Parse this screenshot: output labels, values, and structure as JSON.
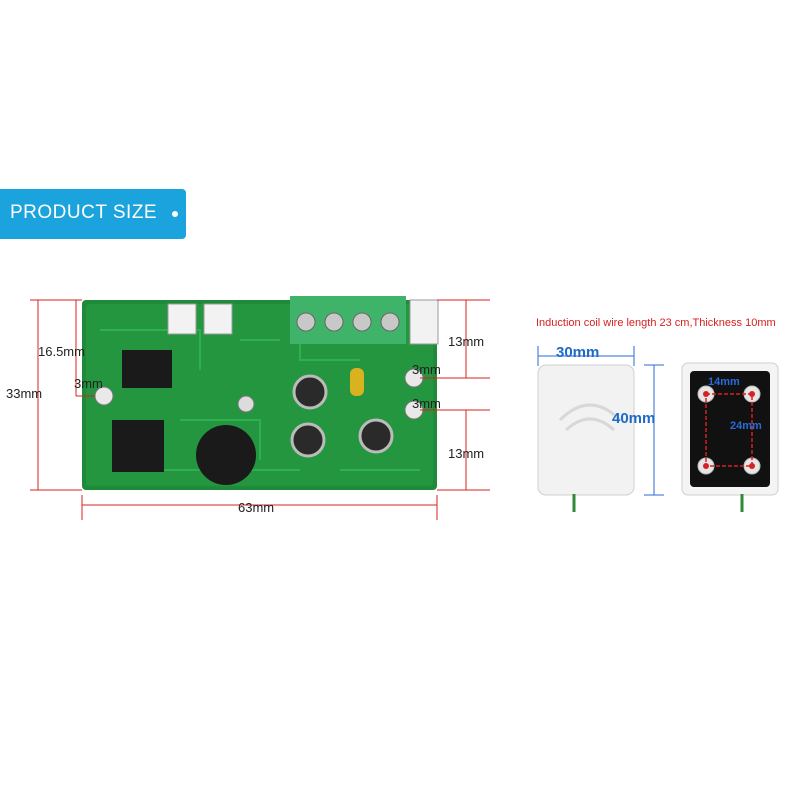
{
  "banner": {
    "title": "PRODUCT SIZE"
  },
  "board": {
    "width": "63mm",
    "height": "33mm",
    "left_offset": "16.5mm",
    "left_hole": "3mm",
    "right_top": "13mm",
    "right_hole_1": "3mm",
    "right_hole_2": "3mm",
    "right_bottom": "13mm"
  },
  "coil": {
    "note": "Induction coil wire length 23 cm,Thickness 10mm",
    "width": "30mm",
    "height": "40mm",
    "hole_spacing_x": "14mm",
    "hole_spacing_y": "24mm"
  },
  "colors": {
    "banner": "#1aa3dc",
    "pcb": "#1e8a3a",
    "terminal": "#3fb36a",
    "dimension_line": "#d82020"
  }
}
